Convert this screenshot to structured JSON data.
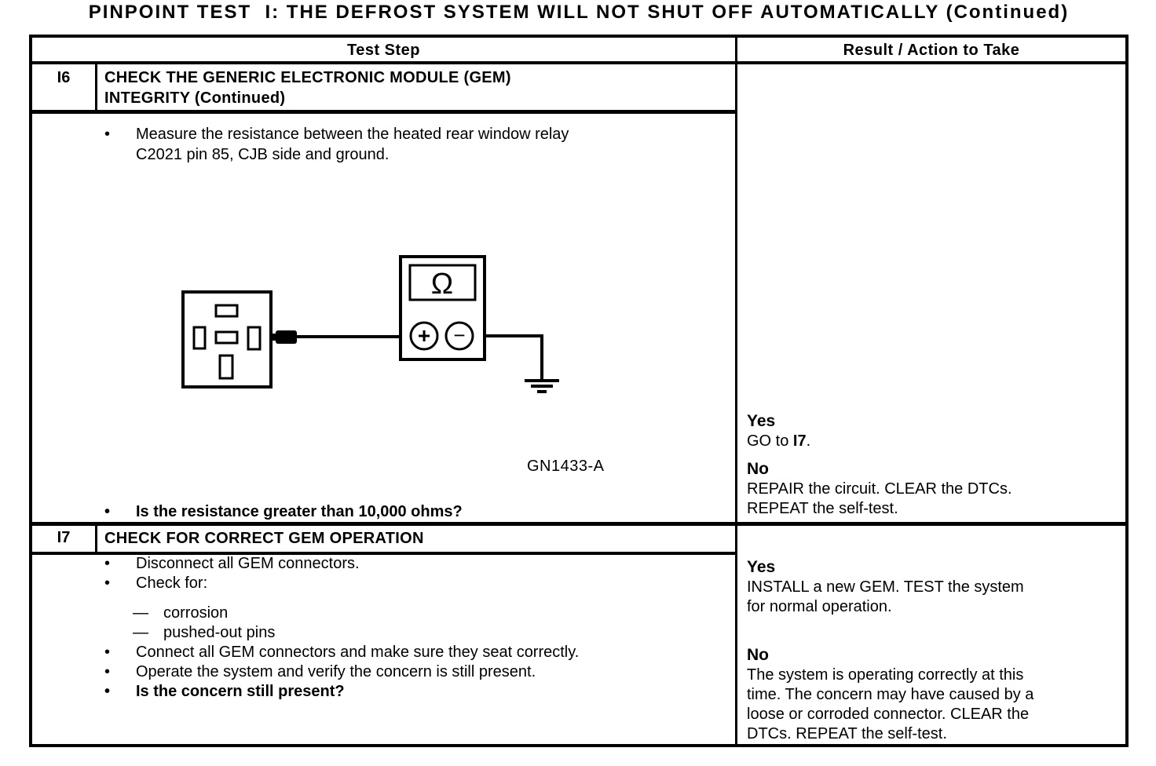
{
  "page_title": "PINPOINT TEST  I: THE DEFROST SYSTEM WILL NOT SHUT OFF AUTOMATICALLY (Continued)",
  "colors": {
    "ink": "#000000",
    "paper": "#ffffff"
  },
  "table_header": {
    "test_step": "Test Step",
    "result_action": "Result / Action to Take"
  },
  "i6": {
    "id": "I6",
    "title": "CHECK THE GENERIC ELECTRONIC MODULE (GEM)\nINTEGRITY (Continued)",
    "bullet_marker": "•",
    "step1": "Measure the resistance between the heated rear window relay\nC2021 pin 85, CJB side and ground.",
    "figure_label": "GN1433-A",
    "question": "Is the resistance greater than 10,000 ohms?",
    "diagram": {
      "ohm_symbol": "Ω",
      "plus_jack": "+",
      "minus_jack": "−"
    },
    "result": {
      "yes_label": "Yes",
      "yes_action_prefix": "GO to ",
      "yes_action_link": "I7",
      "yes_action_suffix": ".",
      "no_label": "No",
      "no_action": "REPAIR the circuit. CLEAR the DTCs.\nREPEAT the self-test."
    }
  },
  "i7": {
    "id": "I7",
    "title": "CHECK FOR CORRECT GEM OPERATION",
    "bullet_marker": "•",
    "dash_marker": "—",
    "steps": {
      "s1": "Disconnect all GEM connectors.",
      "s2": "Check for:",
      "d1": "corrosion",
      "d2": "pushed-out pins",
      "s3": "Connect all GEM connectors and make sure they seat correctly.",
      "s4": "Operate the system and verify the concern is still present.",
      "q": "Is the concern still present?"
    },
    "result": {
      "yes_label": "Yes",
      "yes_action": "INSTALL a new GEM. TEST the system\nfor normal operation.",
      "no_label": "No",
      "no_action": "The system is operating correctly at this\ntime. The concern may have caused by a\nloose or corroded connector. CLEAR the\nDTCs. REPEAT the self-test."
    }
  }
}
